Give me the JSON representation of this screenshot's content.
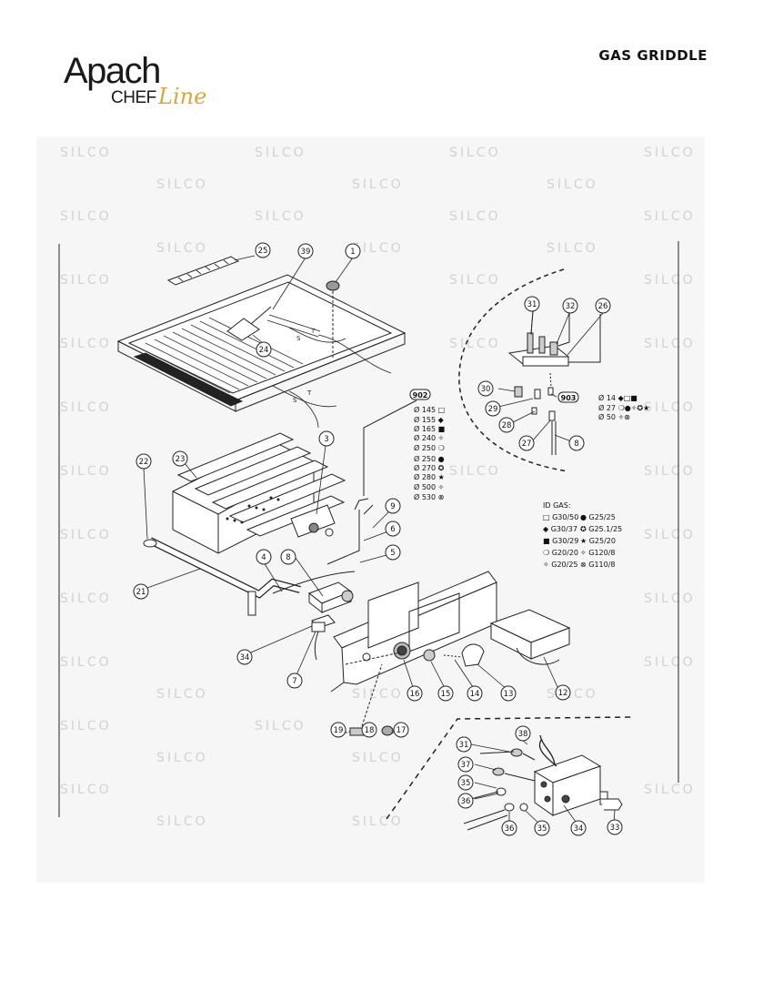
{
  "header": {
    "logo_apach": "Apach",
    "logo_chef": "CHEF",
    "logo_line": "Line",
    "title": "GAS GRIDDLE"
  },
  "watermark": "SILCO",
  "part_numbers": [
    "1",
    "3",
    "4",
    "5",
    "6",
    "7",
    "8",
    "9",
    "12",
    "13",
    "14",
    "15",
    "16",
    "17",
    "18",
    "19",
    "21",
    "22",
    "23",
    "24",
    "25",
    "26",
    "27",
    "28",
    "29",
    "30",
    "31",
    "32",
    "33",
    "34",
    "35",
    "36",
    "37",
    "38",
    "39"
  ],
  "injector_table_902": {
    "code": "902",
    "rows": [
      "Ø 145 □",
      "Ø 155 ◆",
      "Ø 165 ■",
      "Ø 240 ✧",
      "Ø 250 ❍",
      "Ø 250 ●",
      "Ø 270 ✪",
      "Ø 280 ★",
      "Ø 500 ✧",
      "Ø 530 ⊗"
    ]
  },
  "pilot_table_903": {
    "code": "903",
    "rows": [
      "Ø 14 ◆□■",
      "Ø 27 ❍●✧✪★",
      "Ø 50 ✧⊗"
    ]
  },
  "gas_id": {
    "title": "ID GAS:",
    "rows": [
      [
        "□ G30/50",
        "● G25/25"
      ],
      [
        "◆ G30/37",
        "✪ G25.1/25"
      ],
      [
        "■ G30/29",
        "★ G25/20"
      ],
      [
        "❍ G20/20",
        "✧ G120/8"
      ],
      [
        "✧ G20/25",
        "⊗ G110/8"
      ]
    ]
  },
  "labels": {
    "s": "S",
    "t": "T"
  }
}
